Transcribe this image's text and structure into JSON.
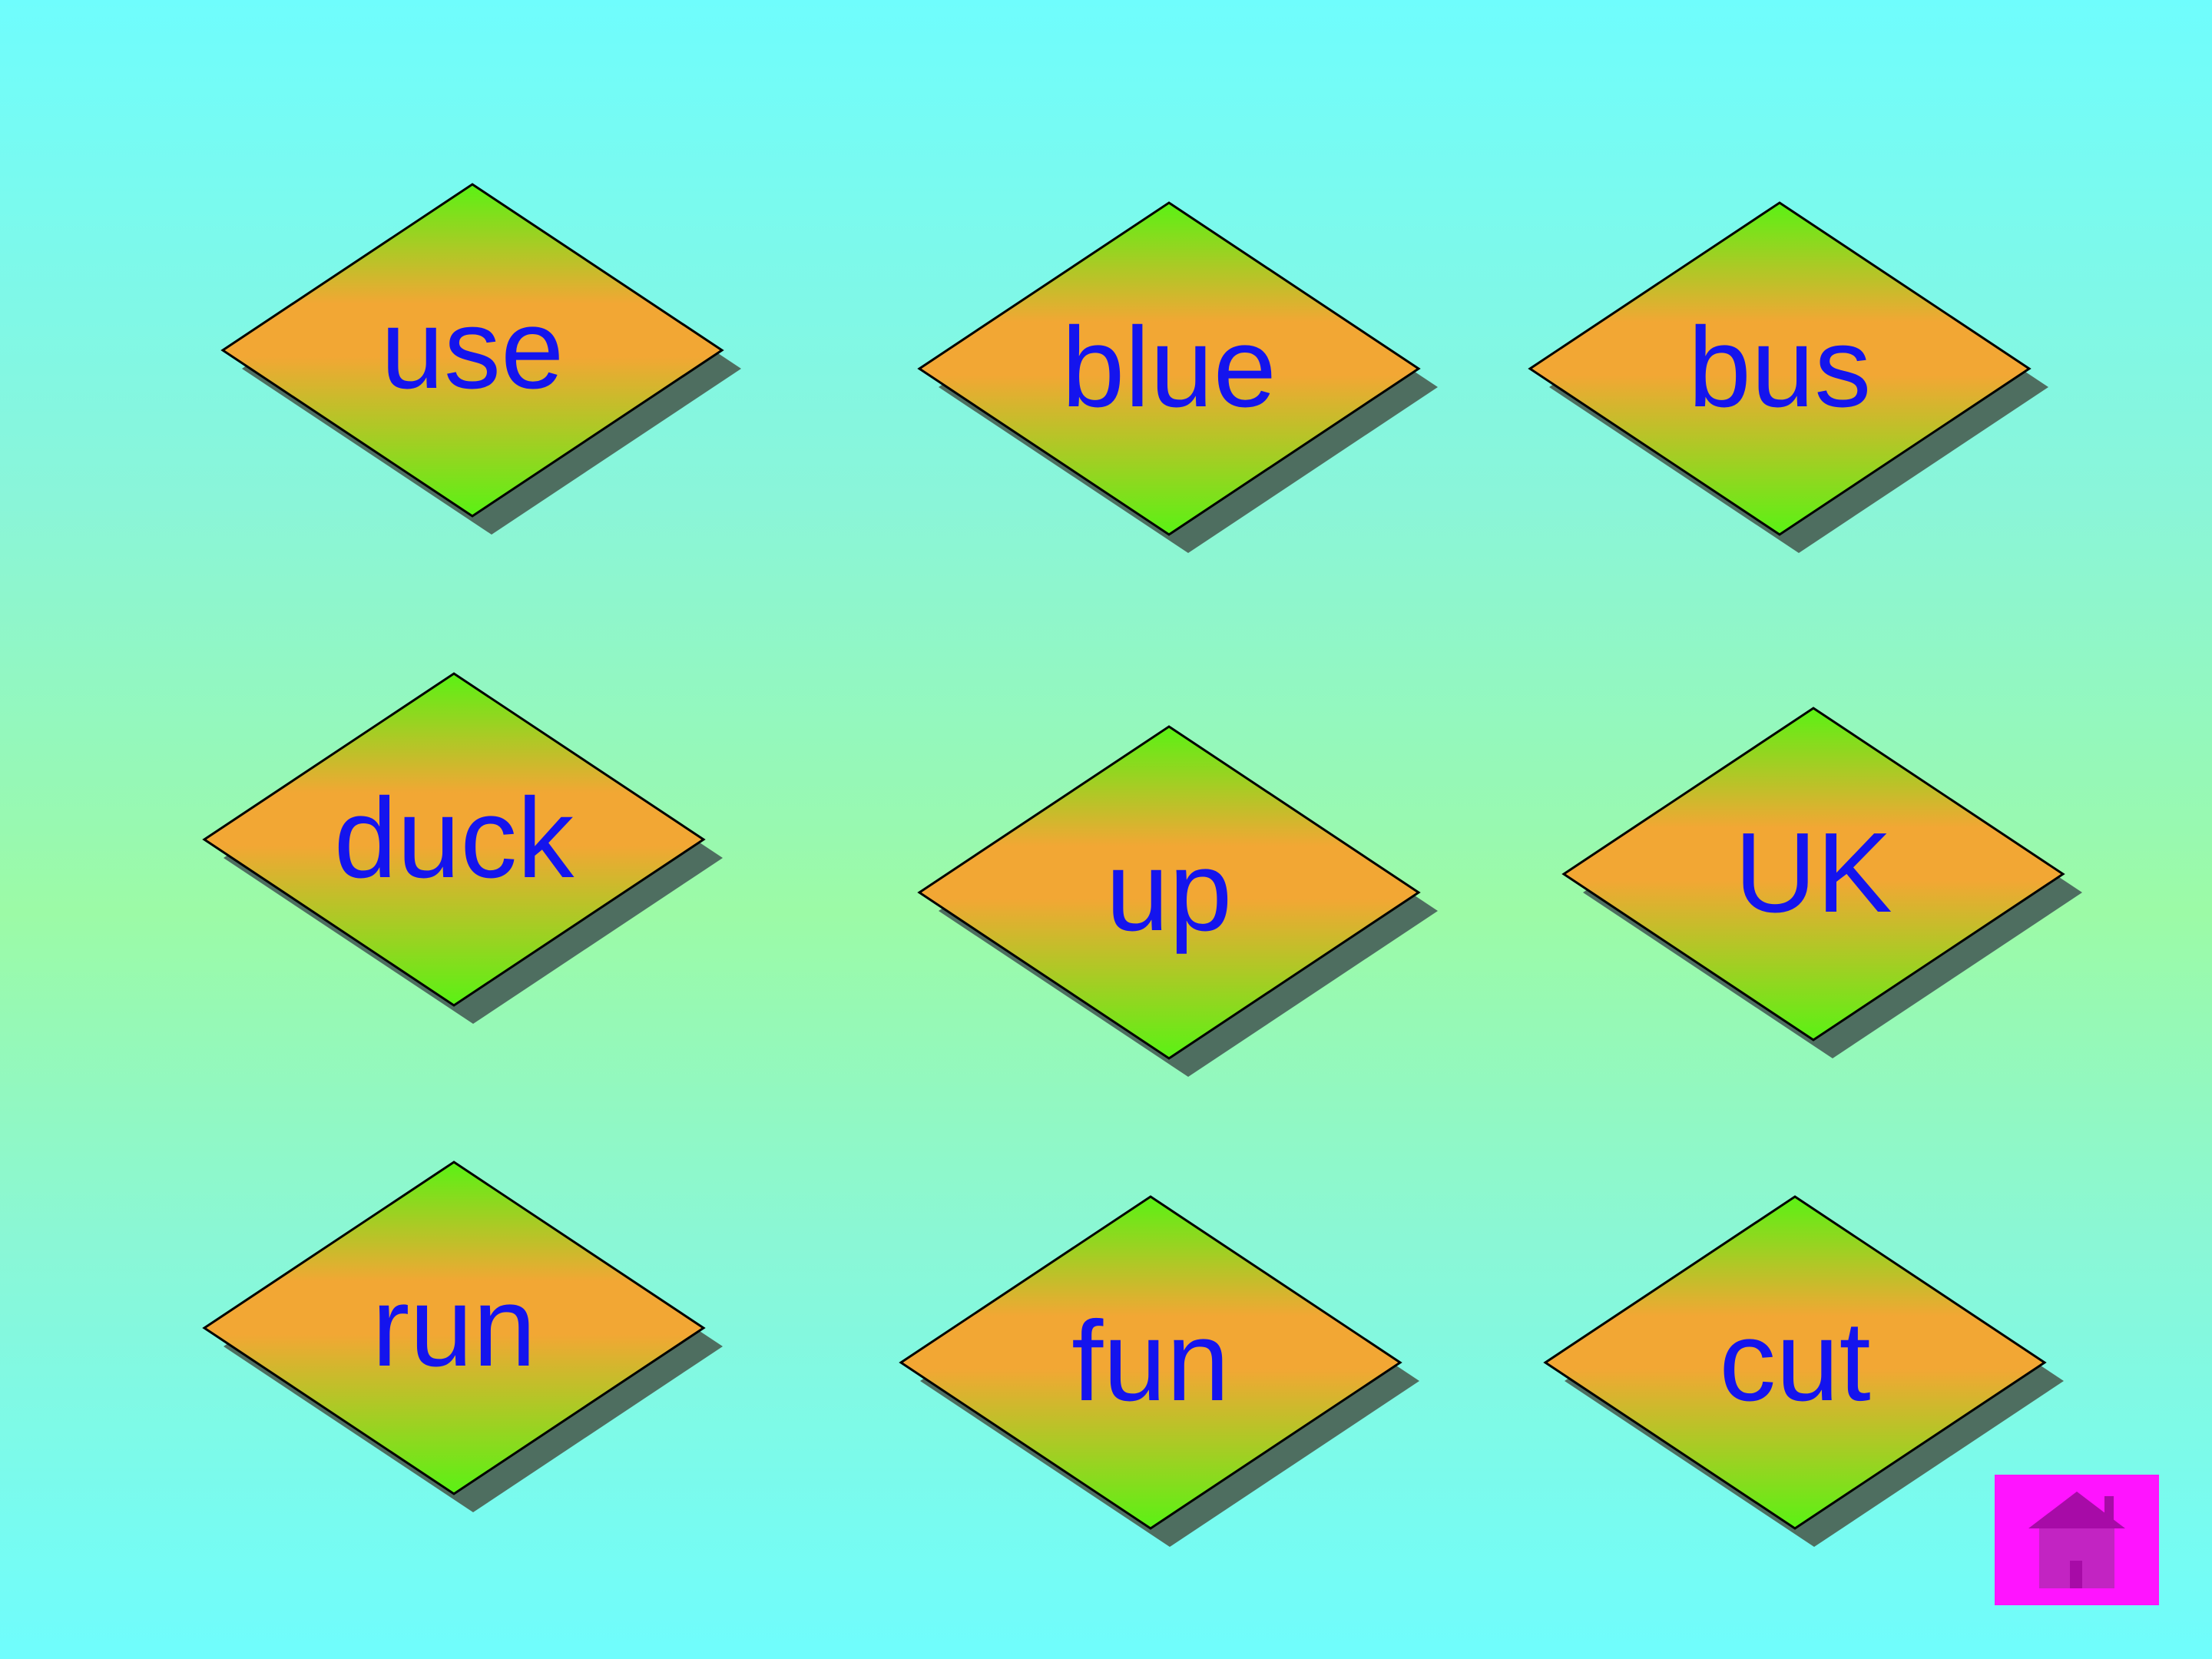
{
  "words": [
    {
      "id": "use",
      "label": "use"
    },
    {
      "id": "blue",
      "label": "blue"
    },
    {
      "id": "bus",
      "label": "bus"
    },
    {
      "id": "duck",
      "label": "duck"
    },
    {
      "id": "up",
      "label": "up"
    },
    {
      "id": "uk",
      "label": "UK"
    },
    {
      "id": "run",
      "label": "run"
    },
    {
      "id": "fun",
      "label": "fun"
    },
    {
      "id": "cut",
      "label": "cut"
    }
  ],
  "colors": {
    "background_top": "#6ffdfd",
    "background_middle": "#9cfaa6",
    "diamond_green": "#5af214",
    "diamond_orange": "#f2a734",
    "shadow": "#4e6e60",
    "text": "#1414ee",
    "home_button": "#ff14ff",
    "home_icon": "#a70ba7"
  },
  "home_button": {
    "icon": "house-icon"
  }
}
